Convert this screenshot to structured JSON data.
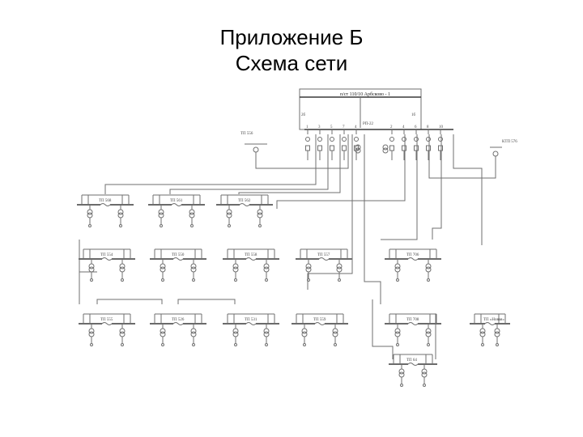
{
  "slide": {
    "title_line1": "Приложение Б",
    "title_line2": "Схема сети"
  },
  "diagram": {
    "substation_label": "п/ст 110/10 Арбсково - 1",
    "rp_label": "РП-22",
    "bus_left_num": "2б",
    "bus_right_num": "1б",
    "feeder_numbers_left": [
      "1",
      "3",
      "5",
      "7",
      "4"
    ],
    "feeder_numbers_right": [
      "2",
      "4",
      "6",
      "8",
      "10"
    ],
    "tp_left_top": "ТП 556",
    "tp_right_top": "КТП 576",
    "row1": [
      "ТП 568",
      "ТП 561",
      "ТП 562"
    ],
    "row2": [
      "ТП 554",
      "ТП 550",
      "ТП 558",
      "ТП 557",
      "ТП 706"
    ],
    "row3": [
      "ТП 555",
      "ТП 526",
      "ТП 531",
      "ТП 559",
      "ТП 708",
      "ТП «Новая»"
    ],
    "bottom": "ТП 64"
  }
}
